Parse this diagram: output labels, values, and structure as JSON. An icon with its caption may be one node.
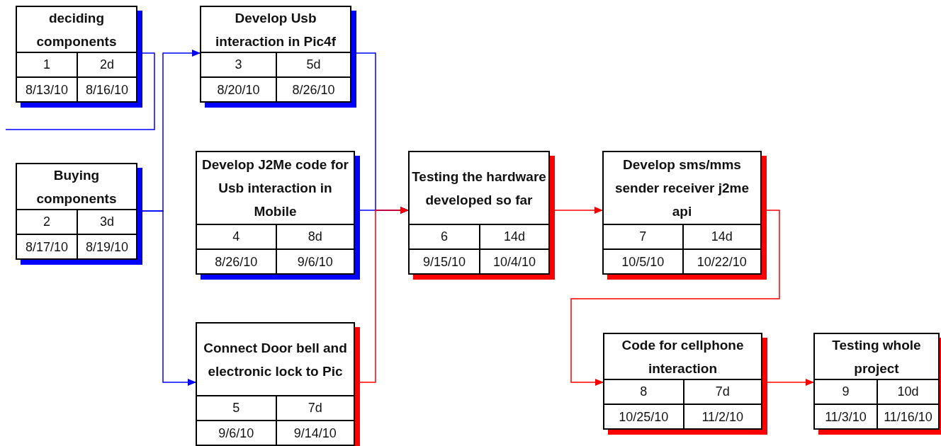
{
  "diagram": {
    "nodes": [
      {
        "text": [
          "deciding components",
          "1",
          "2d",
          "8/13/10",
          "8/16/10"
        ]
      },
      {
        "text": [
          "Buying components",
          "2",
          "3d",
          "8/17/10",
          "8/19/10"
        ]
      },
      {
        "text": [
          "Develop Usb interaction in Pic4f",
          "3",
          "5d",
          "8/20/10",
          "8/26/10"
        ]
      },
      {
        "text": [
          "Develop J2Me code for Usb interaction in Mobile",
          "4",
          "8d",
          "8/26/10",
          "9/6/10"
        ]
      },
      {
        "text": [
          "Connect Door bell and electronic lock to Pic",
          "5",
          "7d",
          "9/6/10",
          "9/14/10"
        ]
      },
      {
        "text": [
          "Testing the hardware developed so far",
          "6",
          "14d",
          "9/15/10",
          "10/4/10"
        ]
      },
      {
        "text": [
          "Develop sms/mms sender receiver j2me api",
          "7",
          "14d",
          "10/5/10",
          "10/22/10"
        ]
      },
      {
        "text": [
          "Code for cellphone interaction",
          "8",
          "7d",
          "10/25/10",
          "11/2/10"
        ]
      },
      {
        "text": [
          "Testing whole project",
          "9",
          "10d",
          "11/3/10",
          "11/16/10"
        ]
      }
    ],
    "edges": [
      {
        "from": 0,
        "to": null,
        "arrow": "none"
      },
      {
        "from": 1,
        "to": 2,
        "arrow": "to"
      },
      {
        "from": 1,
        "to": 4,
        "arrow": "to"
      },
      {
        "from": 2,
        "to": 5,
        "arrow": "to"
      },
      {
        "from": 3,
        "to": 5,
        "arrow": "to"
      },
      {
        "from": 4,
        "to": 5,
        "arrow": "to",
        "color": "#ff0000"
      },
      {
        "from": 5,
        "to": 6,
        "arrow": "to",
        "color": "#ff0000"
      },
      {
        "from": 6,
        "to": 7,
        "arrow": "to",
        "color": "#ff0000"
      },
      {
        "from": 7,
        "to": 8,
        "arrow": "to",
        "color": "#ff0000"
      }
    ]
  }
}
